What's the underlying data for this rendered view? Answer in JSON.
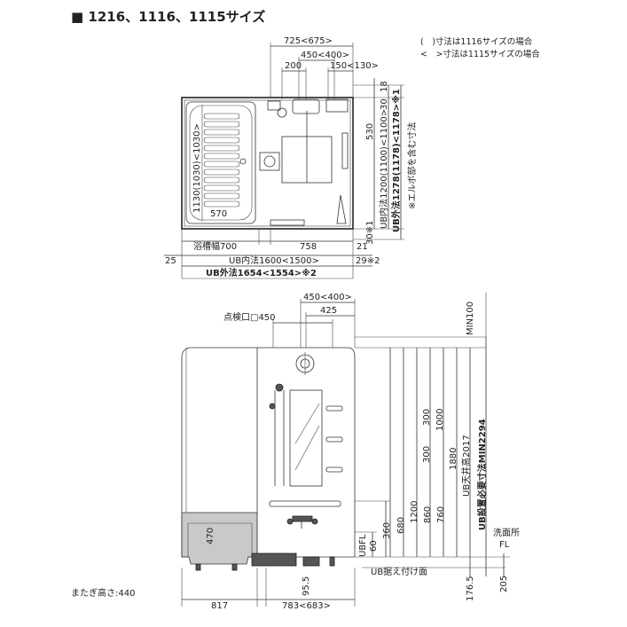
{
  "title": "■ 1216、1116、1115サイズ",
  "notes": {
    "line1": "(　)寸法は1116サイズの場合",
    "line2": "<　>寸法は1115サイズの場合"
  },
  "plan": {
    "top_725": "725<675>",
    "top_450": "450<400>",
    "top_200": "200",
    "top_150": "150<130>",
    "right_18": "18",
    "right_30": "30",
    "right_530": "530",
    "right_30b": "30※1",
    "right_ubin": "UB内法1200(1100)<1100>",
    "right_ubout": "UB外法1278(1178)<1178>※1",
    "right_elbow": "※エルボ部を含む寸法",
    "tub_1130": "1130(1030)<1030>",
    "tub_570": "570",
    "bottom_700": "浴槽幅700",
    "bottom_758": "758",
    "bottom_21": "21",
    "bottom_25": "25",
    "bottom_ubin": "UB内法1600<1500>",
    "bottom_29": "29※2",
    "bottom_ubout": "UB外法1654<1554>※2"
  },
  "elevation": {
    "top_450": "450<400>",
    "top_425": "425",
    "inspect": "点検口□450",
    "min100": "MIN100",
    "v300a": "300",
    "v300b": "300",
    "v1000": "1000",
    "v1200": "1200",
    "v860": "860",
    "v760": "760",
    "v680": "680",
    "v360": "360",
    "v1880": "1880",
    "ceiling": "UB天井高2017",
    "required": "UB設置必要寸法MIN2294",
    "tub470": "470",
    "ubfl": "UBFL",
    "v60": "60",
    "sink_fl": "洗面所",
    "fl": "FL",
    "ub_mount": "UB据え付け面",
    "v95": "95.5",
    "v1765": "176.5",
    "v205": "205",
    "straddle": "またぎ高さ:440",
    "b817": "817",
    "b783": "783<683>"
  }
}
